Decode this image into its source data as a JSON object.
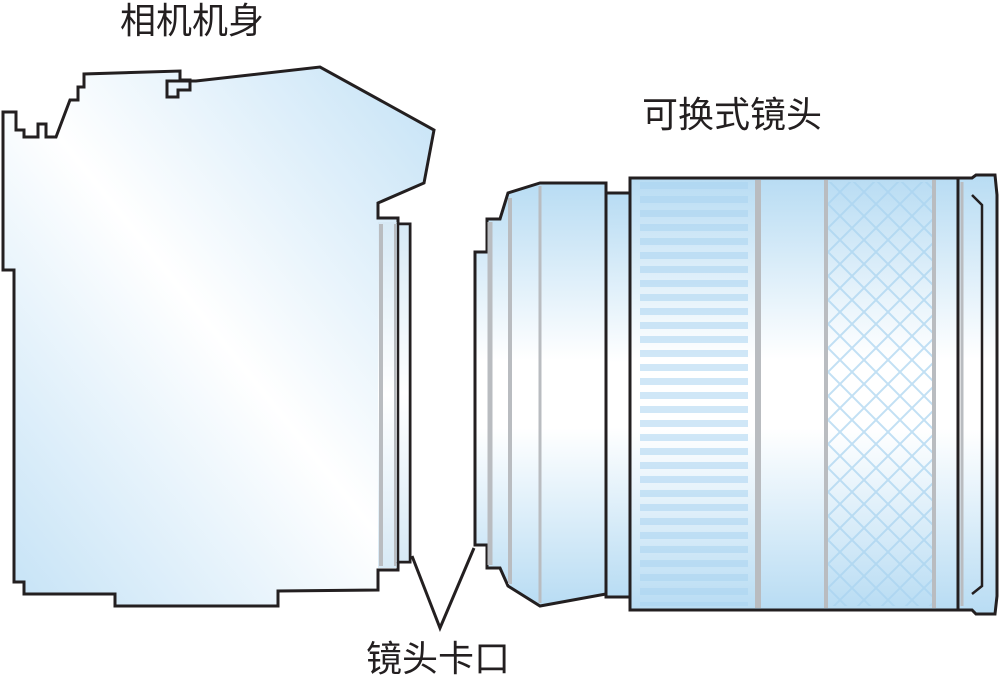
{
  "labels": {
    "camera_body": "相机机身",
    "interchangeable_lens": "可换式镜头",
    "lens_mount": "镜头卡口"
  },
  "colors": {
    "outline": "#231f20",
    "fill_light": "#ffffff",
    "fill_blue": "#bfe0f5",
    "mount_metal": "#b9bcc0"
  }
}
